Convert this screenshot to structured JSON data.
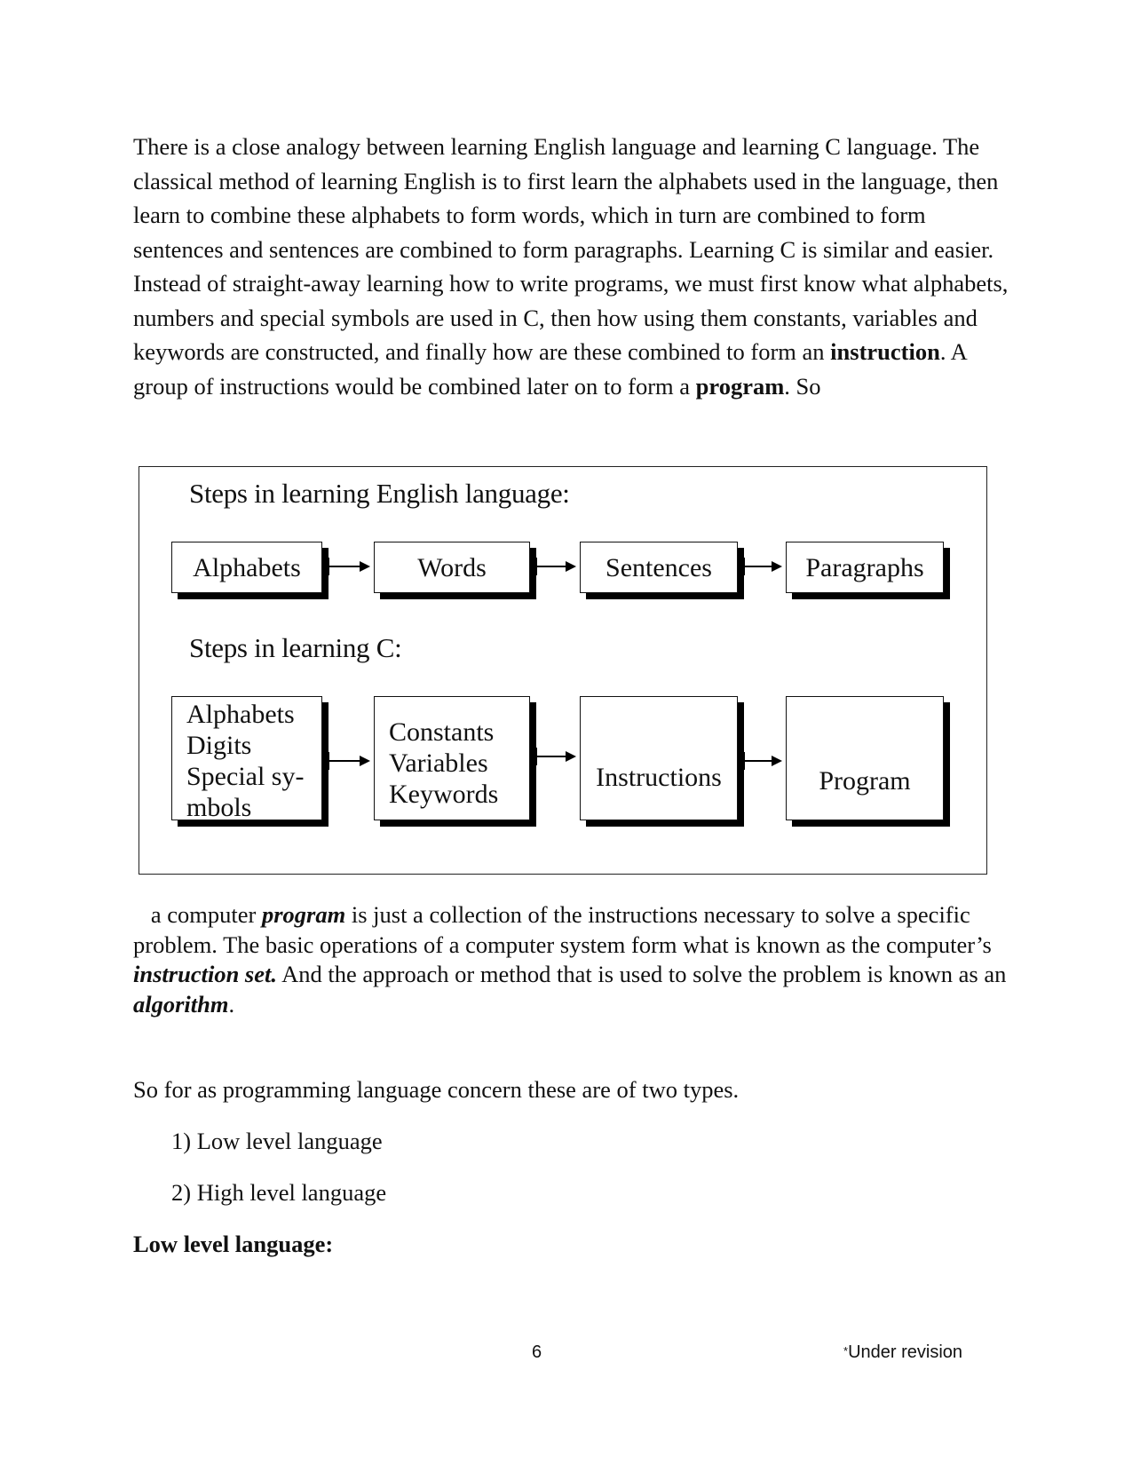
{
  "intro": {
    "text_before_instruction": "There is a close analogy between learning English language and learning C language. The classical method of learning English is to first learn the alphabets used in the language, then learn to combine these alphabets to form words, which in turn are combined to form sentences and sentences are combined to form paragraphs. Learning C is similar and easier. Instead of straight-away learning how to write programs, we must first know what alphabets, numbers and special symbols are used in C, then how using them constants, variables and keywords are constructed, and finally how are these combined to form an ",
    "instruction_bold": "instruction",
    "text_middle": ". A group of instructions would be combined later on to form a ",
    "program_bold": "program",
    "text_end": ". So"
  },
  "figure": {
    "english_title": "Steps in learning English language:",
    "english_steps": [
      "Alphabets",
      "Words",
      "Sentences",
      "Paragraphs"
    ],
    "c_title": "Steps in learning C:",
    "c_steps": [
      [
        "Alphabets",
        "Digits",
        "Special sy-",
        "mbols"
      ],
      [
        "Constants",
        "Variables",
        "Keywords"
      ],
      [
        "Instructions"
      ],
      [
        "Program"
      ]
    ]
  },
  "after": {
    "t1": "a computer ",
    "program_bi": "program",
    "t2": " is just a collection of the instructions necessary to solve a specific problem. The basic operations of a computer system form what is known as the computer’s ",
    "instruction_set_bi": "instruction set.",
    "t3": " And the approach or method that is used to solve the problem is known as an ",
    "algorithm_bi": "algorithm",
    "t4": "."
  },
  "types_intro": "So for as programming language concern these are of two types.",
  "types_list": [
    "1) Low level language",
    "2) High level language"
  ],
  "low_heading": "Low level language:",
  "footer": {
    "page_number": "6",
    "revision_star": "*",
    "revision_text": "Under revision"
  }
}
